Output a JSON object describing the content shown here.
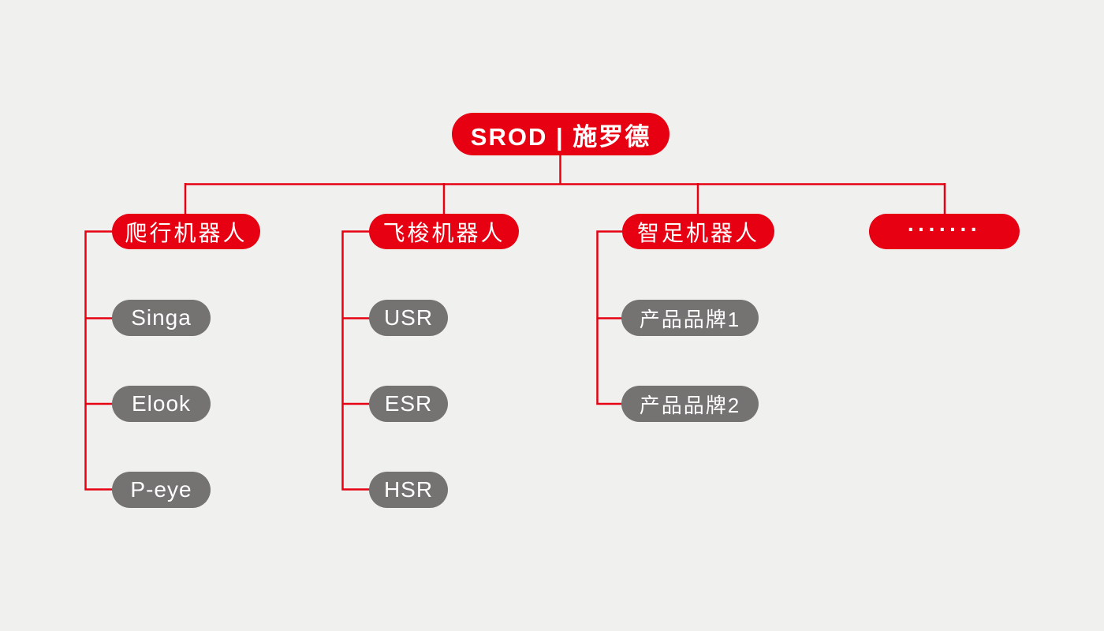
{
  "root": {
    "label": "SROD | 施罗德"
  },
  "branches": [
    {
      "label": "爬行机器人",
      "children": [
        "Singa",
        "Elook",
        "P-eye"
      ]
    },
    {
      "label": "飞梭机器人",
      "children": [
        "USR",
        "ESR",
        "HSR"
      ]
    },
    {
      "label": "智足机器人",
      "children": [
        "产品品牌1",
        "产品品牌2"
      ]
    },
    {
      "label": "·······",
      "children": []
    }
  ],
  "colors": {
    "brand_red": "#e60012",
    "node_gray": "#757272",
    "background": "#f0f0ee",
    "text_white": "#ffffff"
  }
}
